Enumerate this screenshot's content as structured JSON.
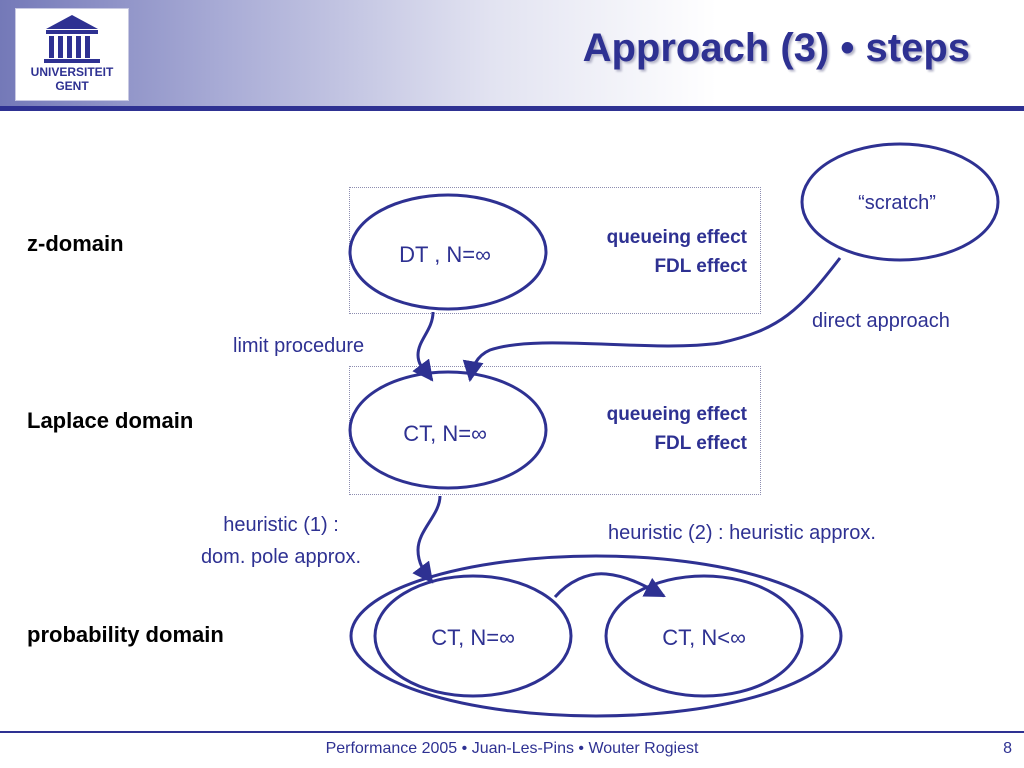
{
  "header": {
    "logo_text_line1": "UNIVERSITEIT",
    "logo_text_line2": "GENT",
    "title": "Approach (3) • steps"
  },
  "domains": {
    "z": "z-domain",
    "laplace": "Laplace domain",
    "probability": "probability domain"
  },
  "nodes": {
    "dt": "DT , N=∞",
    "ct_laplace": "CT, N=∞",
    "ct_prob_inf": "CT, N=∞",
    "ct_prob_finite": "CT, N<∞",
    "scratch": "“scratch”"
  },
  "effects": {
    "z_line1": "queueing effect",
    "z_line2": "FDL effect",
    "laplace_line1": "queueing effect",
    "laplace_line2": "FDL effect"
  },
  "edge_labels": {
    "limit": "limit procedure",
    "direct": "direct approach",
    "heuristic1_line1": "heuristic (1) :",
    "heuristic1_line2": "dom. pole approx.",
    "heuristic2": "heuristic (2) : heuristic approx."
  },
  "footer": {
    "text": "Performance 2005 • Juan-Les-Pins • Wouter Rogiest",
    "page": "8"
  },
  "colors": {
    "accent": "#2e3192",
    "text": "#000000"
  }
}
